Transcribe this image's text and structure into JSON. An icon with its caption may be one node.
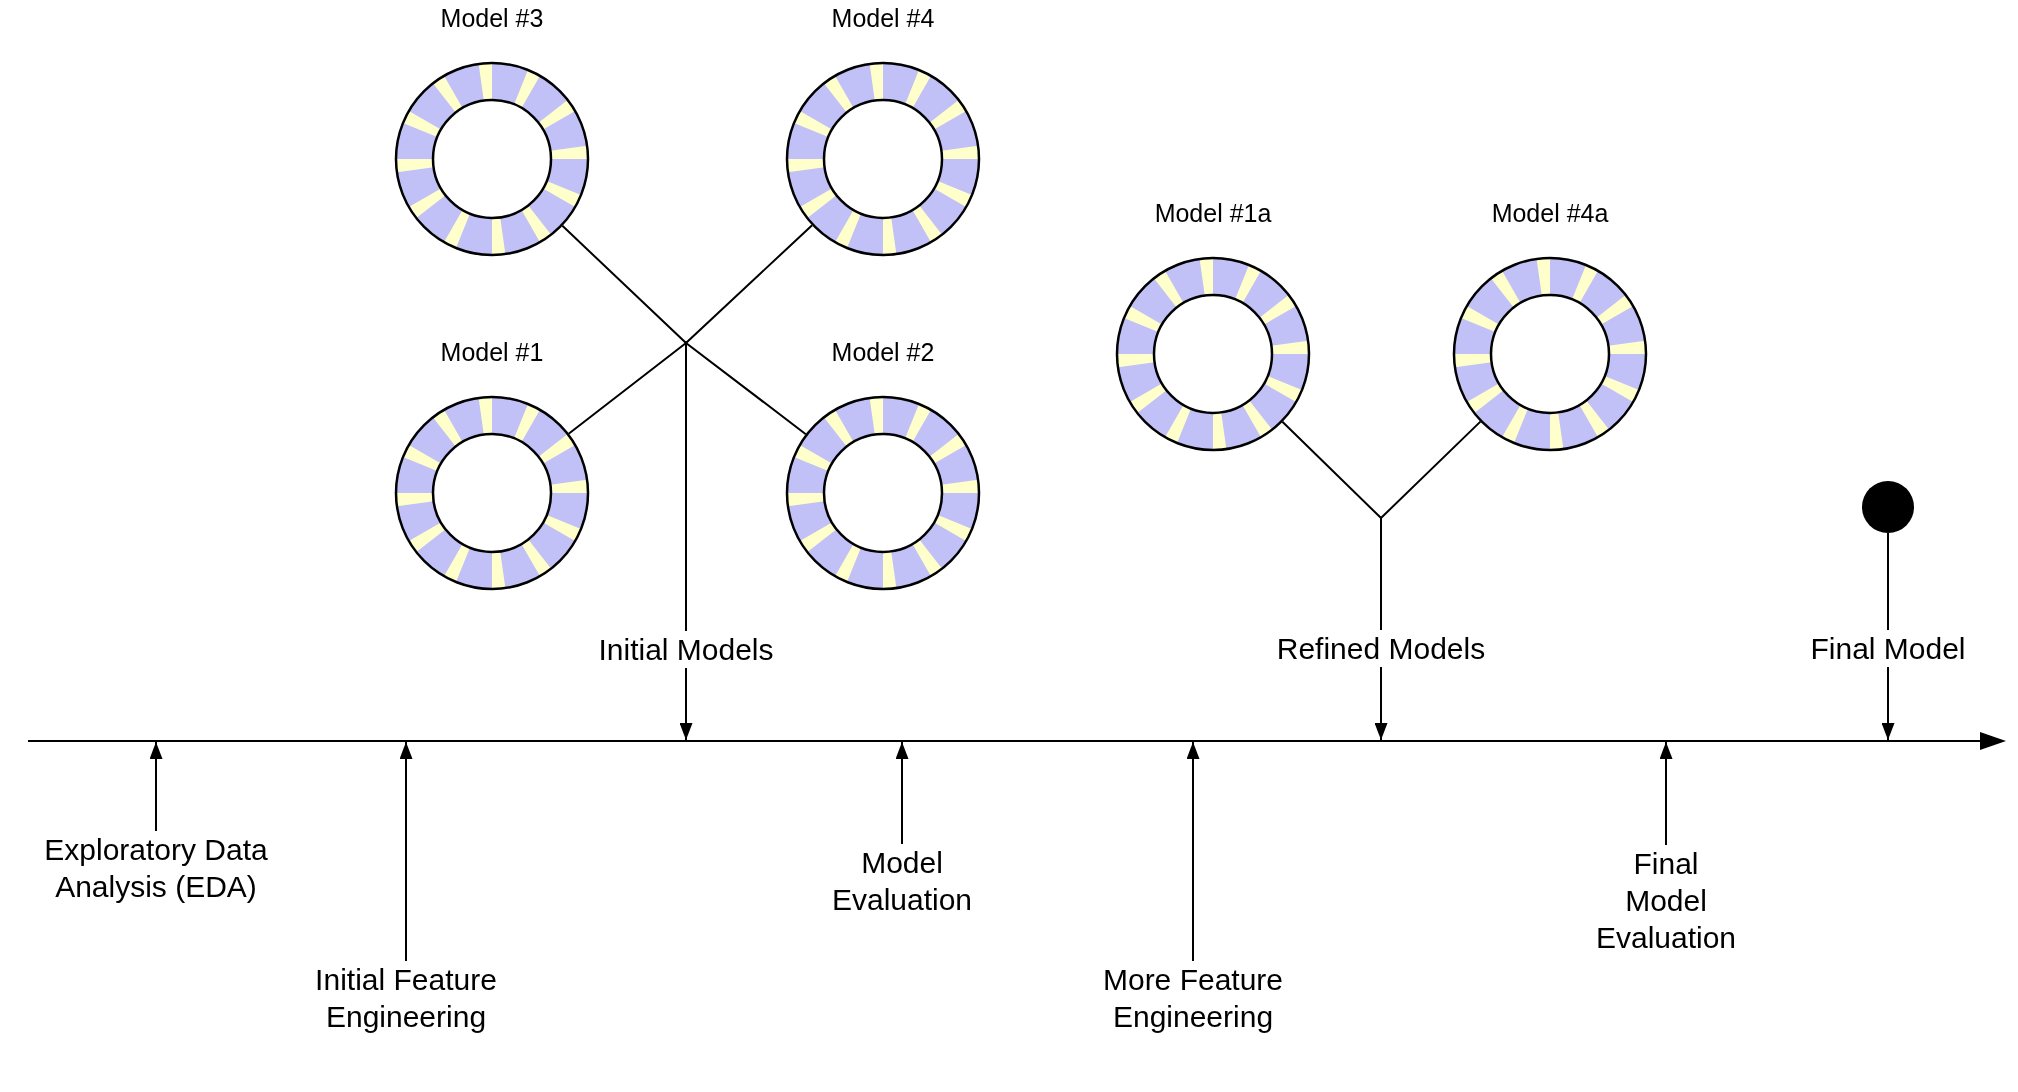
{
  "diagram": {
    "nodes": [
      {
        "text": [
          "Model #3"
        ]
      },
      {
        "text": [
          "Model #4"
        ]
      },
      {
        "text": [
          "Model #1a"
        ]
      },
      {
        "text": [
          "Model #4a"
        ]
      },
      {
        "text": [
          "Model #1"
        ]
      },
      {
        "text": [
          "Model #2"
        ]
      },
      {
        "text": [],
        "shape": "circle"
      },
      {
        "text": [
          "Initial Models"
        ]
      },
      {
        "text": [
          "Refined Models"
        ]
      },
      {
        "text": [
          "Final Model"
        ]
      },
      {
        "text": [
          "Exploratory Data Analysis (EDA)"
        ]
      },
      {
        "text": [
          "Model Evaluation"
        ]
      },
      {
        "text": [
          "Initial Feature Engineering"
        ]
      },
      {
        "text": [
          "Final Model Evaluation"
        ]
      },
      {
        "text": [
          "More Feature Engineering"
        ]
      }
    ],
    "edges": [
      {
        "from": 0,
        "to": 7,
        "arrow": "none"
      },
      {
        "from": 1,
        "to": 7,
        "arrow": "none"
      },
      {
        "from": 4,
        "to": 7,
        "arrow": "none"
      },
      {
        "from": 5,
        "to": 7,
        "arrow": "none"
      },
      {
        "from": 2,
        "to": 8,
        "arrow": "none"
      },
      {
        "from": 3,
        "to": 8,
        "arrow": "none"
      },
      {
        "from": 6,
        "to": 9,
        "arrow": "none"
      },
      {
        "from": 7,
        "to": null,
        "arrow": "to"
      },
      {
        "from": 8,
        "to": null,
        "arrow": "to"
      },
      {
        "from": 9,
        "to": null,
        "arrow": "to"
      },
      {
        "from": 10,
        "to": null,
        "arrow": "to"
      },
      {
        "from": 12,
        "to": null,
        "arrow": "to"
      },
      {
        "from": 11,
        "to": null,
        "arrow": "to"
      },
      {
        "from": 14,
        "to": null,
        "arrow": "to"
      },
      {
        "from": 13,
        "to": null,
        "arrow": "to"
      }
    ]
  }
}
